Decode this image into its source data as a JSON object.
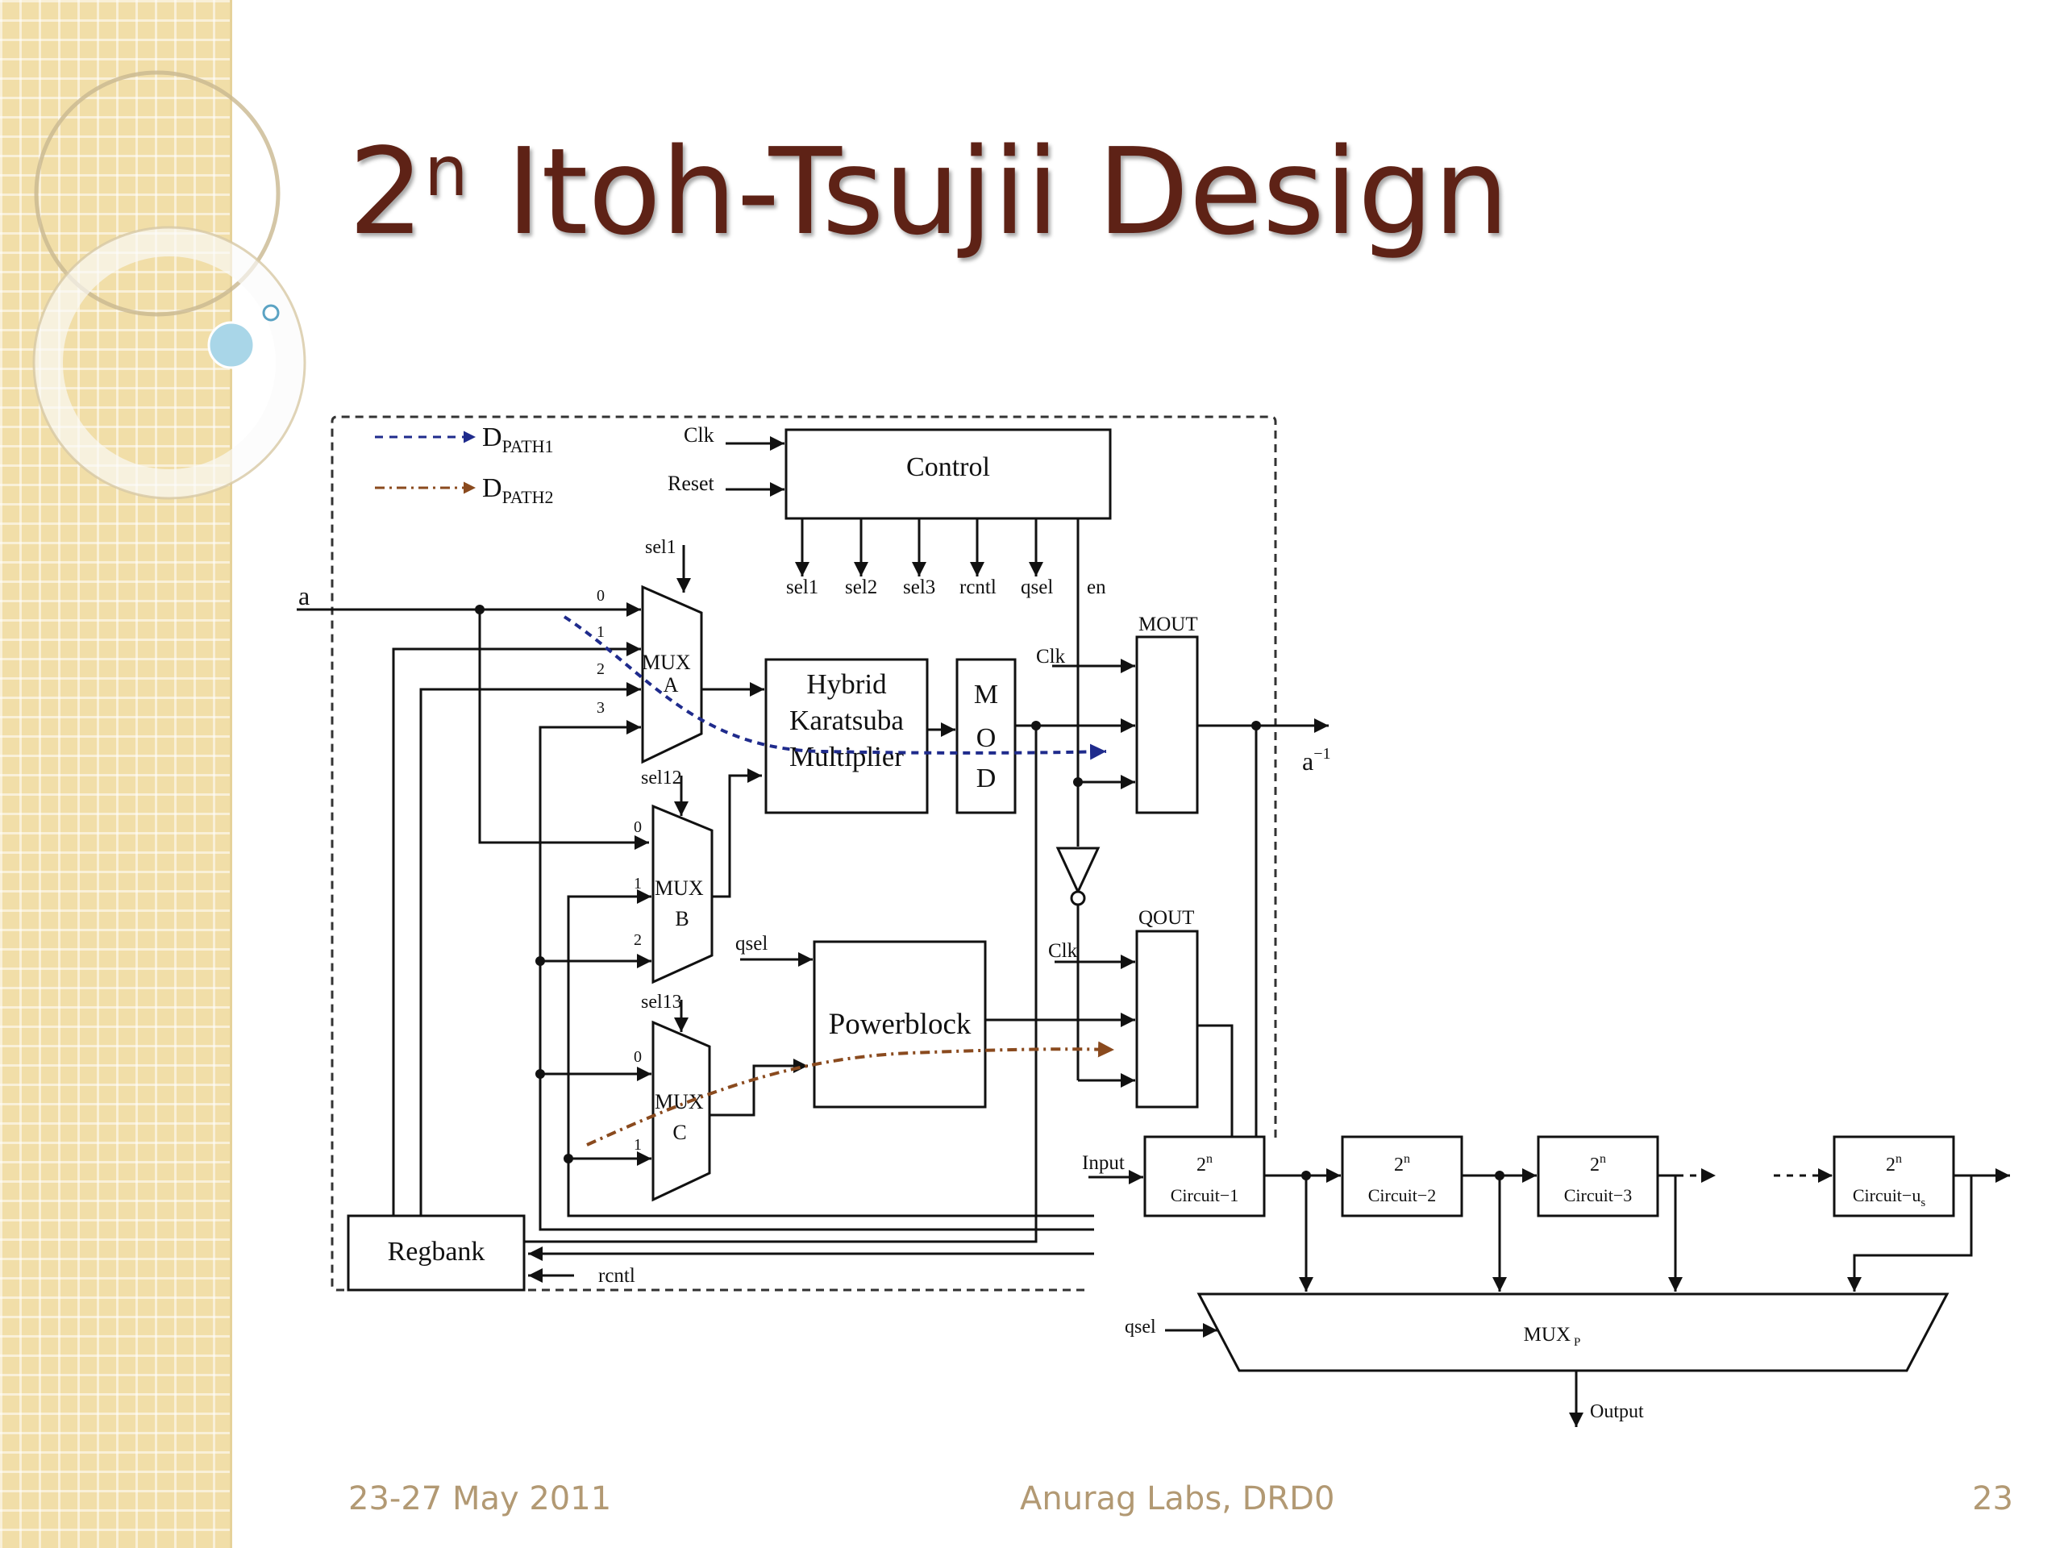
{
  "slide": {
    "title_main": "2",
    "title_sup": "n",
    "title_rest": " Itoh-Tsujii Design",
    "footer_date": "23-27 May 2011",
    "footer_org": "Anurag Labs, DRD0",
    "page_number": "23"
  },
  "legend": {
    "path1": "D",
    "path1_sub": "PATH1",
    "path2": "D",
    "path2_sub": "PATH2",
    "path1_color": "#1f2b8c",
    "path2_color": "#8a4a1e"
  },
  "blocks": {
    "control": "Control",
    "hkm_line1": "Hybrid",
    "hkm_line2": "Karatsuba",
    "hkm_line3": "Multiplier",
    "mod_m": "M",
    "mod_o": "O",
    "mod_d": "D",
    "powerblock": "Powerblock",
    "regbank": "Regbank",
    "mout": "MOUT",
    "qout": "QOUT",
    "mux_label": "MUX",
    "mux_a": "A",
    "mux_b": "B",
    "mux_c": "C",
    "muxp": "MUX",
    "muxp_sub": "P"
  },
  "signals": {
    "clk": "Clk",
    "reset": "Reset",
    "sel1": "sel1",
    "sel2": "sel2",
    "sel3": "sel3",
    "rcntl": "rcntl",
    "qsel": "qsel",
    "en": "en",
    "sel12": "sel12",
    "sel13": "sel13",
    "a": "a",
    "a_out": "a",
    "a_out_sup": "−1",
    "input": "Input",
    "output": "Output",
    "port0": "0",
    "port1": "1",
    "port2": "2",
    "port3": "3"
  },
  "circuits": {
    "base": "2",
    "exp": "n",
    "c1": "Circuit−1",
    "c2": "Circuit−2",
    "c3": "Circuit−3",
    "cu": "Circuit−u",
    "cu_sub": "s"
  }
}
